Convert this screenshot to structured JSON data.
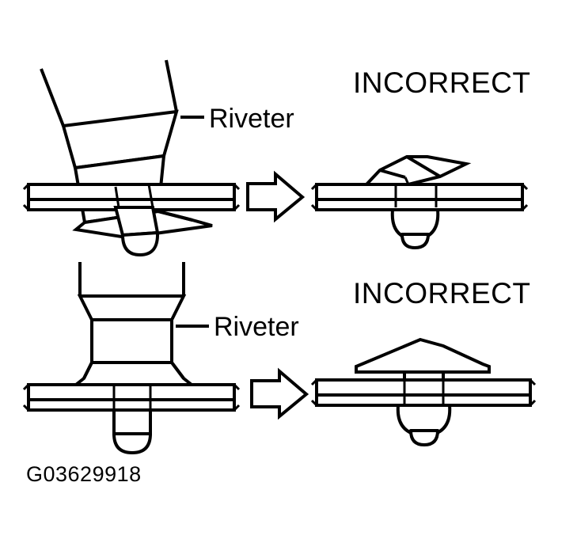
{
  "figure": {
    "caption": "G03629918",
    "background_color": "#ffffff",
    "line_color": "#000000",
    "rows": [
      {
        "id": "top-row",
        "before": {
          "tool_label": "Riveter",
          "tool_state": "tilted",
          "icon": "riveter-tool-tilted-icon",
          "rivet_icon": "rivet-tilted-icon",
          "panel_icon": "panel-stack-icon"
        },
        "arrow": {
          "icon": "arrow-right-icon",
          "direction": "right"
        },
        "after": {
          "result_label": "INCORRECT",
          "rivet_icon": "rivet-set-tilted-icon",
          "panel_icon": "panel-stack-icon"
        }
      },
      {
        "id": "bottom-row",
        "before": {
          "tool_label": "Riveter",
          "tool_state": "lifted",
          "icon": "riveter-tool-upright-icon",
          "rivet_icon": "rivet-upright-icon",
          "panel_icon": "panel-stack-icon"
        },
        "arrow": {
          "icon": "arrow-right-icon",
          "direction": "right"
        },
        "after": {
          "result_label": "INCORRECT",
          "rivet_icon": "rivet-set-raised-icon",
          "panel_icon": "panel-stack-icon"
        }
      }
    ]
  }
}
